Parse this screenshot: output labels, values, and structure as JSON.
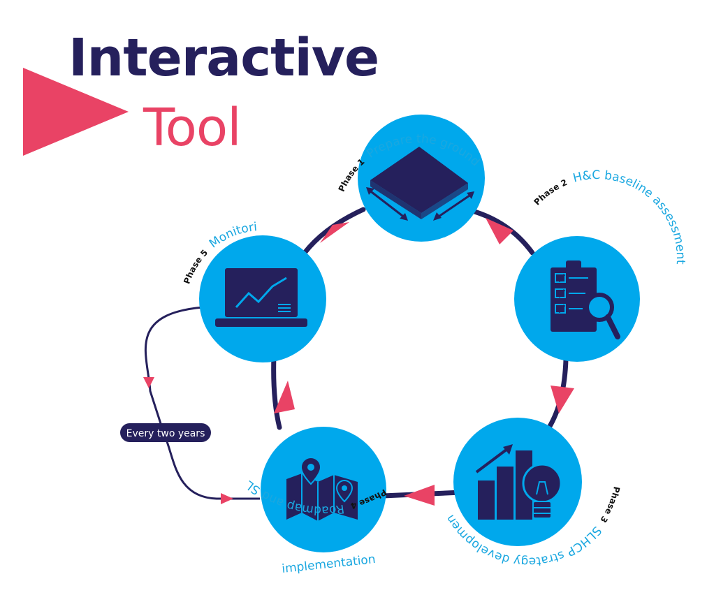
{
  "header": {
    "title_line1": "Interactive",
    "title_line2": "Tool"
  },
  "colors": {
    "navy": "#25205c",
    "accent": "#e94365",
    "circle": "#00a8ec",
    "phase_label": "#1aa7e0"
  },
  "phases": [
    {
      "number": "Phase 1",
      "title": "Prepare the ground",
      "icon": "layers-icon"
    },
    {
      "number": "Phase 2",
      "title": "H&C baseline assessment",
      "icon": "clipboard-search-icon"
    },
    {
      "number": "Phase 3",
      "title": "SLHCP strategy development",
      "icon": "bar-chart-lightbulb-icon"
    },
    {
      "number": "Phase 4",
      "title_line1": "Roadmap and SLHCP",
      "title_line2": "implementation",
      "icon": "map-pin-icon"
    },
    {
      "number": "Phase 5",
      "title": "Monitoring",
      "icon": "laptop-chart-icon"
    }
  ],
  "loop": {
    "label": "Every two years"
  }
}
